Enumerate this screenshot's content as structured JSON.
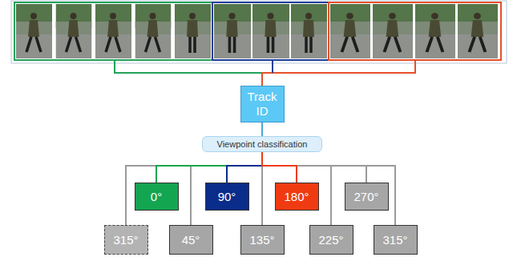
{
  "diagram": {
    "nodes": [
      {
        "text": [
          "Track ID"
        ]
      },
      {
        "text": [
          "Viewpoint classification"
        ]
      },
      {
        "text": [
          "0°"
        ]
      },
      {
        "text": [
          "90°"
        ]
      },
      {
        "text": [
          "180°"
        ]
      },
      {
        "text": [
          "270°"
        ]
      },
      {
        "text": [
          "315°"
        ]
      },
      {
        "text": [
          "45°"
        ]
      },
      {
        "text": [
          "135°"
        ]
      },
      {
        "text": [
          "225°"
        ]
      },
      {
        "text": [
          "315°"
        ]
      }
    ],
    "edges": [
      {
        "from": 0,
        "to": 1,
        "arrow": "none"
      },
      {
        "from": 1,
        "to": 2,
        "arrow": "none"
      },
      {
        "from": 1,
        "to": 3,
        "arrow": "none"
      },
      {
        "from": 1,
        "to": 4,
        "arrow": "none"
      },
      {
        "from": 1,
        "to": 5,
        "arrow": "none"
      },
      {
        "from": 1,
        "to": 6,
        "arrow": "none"
      },
      {
        "from": 1,
        "to": 7,
        "arrow": "none"
      },
      {
        "from": 1,
        "to": 8,
        "arrow": "none"
      },
      {
        "from": 1,
        "to": 9,
        "arrow": "none"
      },
      {
        "from": 1,
        "to": 10,
        "arrow": "none"
      }
    ]
  }
}
